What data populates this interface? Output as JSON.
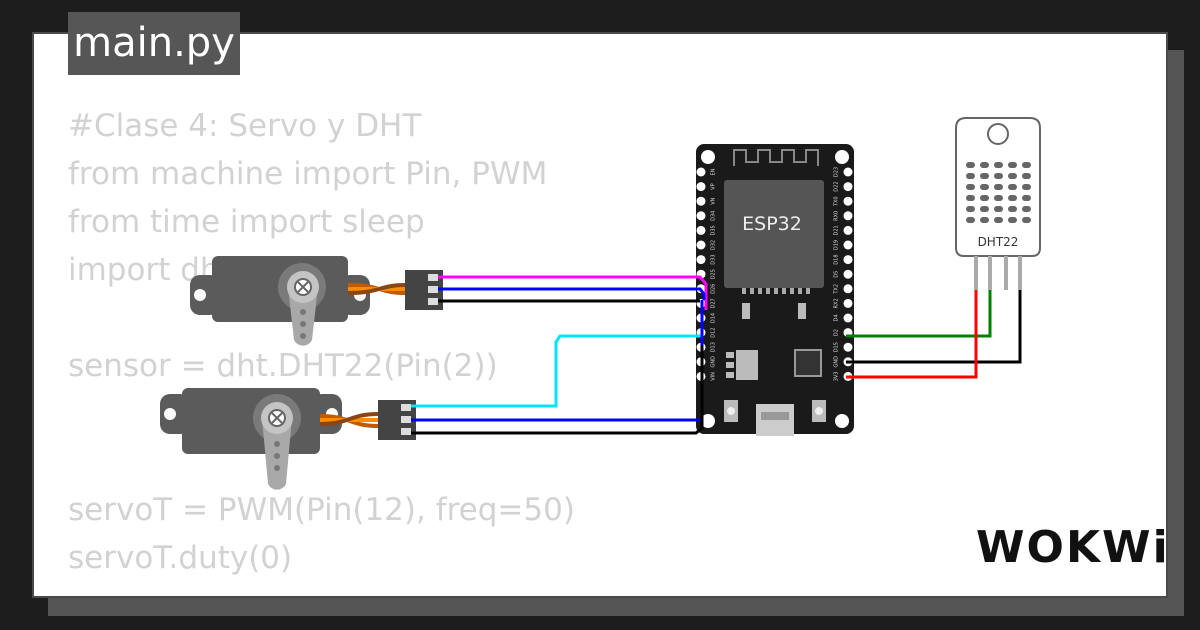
{
  "tab": {
    "label": "main.py"
  },
  "code_lines": [
    "#Clase 4: Servo y DHT",
    "from machine import Pin, PWM",
    "from time import sleep",
    "import dht",
    "",
    "sensor = dht.DHT22(Pin(2))",
    "",
    "",
    "servoT = PWM(Pin(12), freq=50)",
    "servoT.duty(0)"
  ],
  "esp32": {
    "label": "ESP32",
    "left_pins": [
      "EN",
      "VP",
      "VN",
      "D34",
      "D35",
      "D32",
      "D33",
      "D25",
      "D26",
      "D27",
      "D14",
      "D12",
      "D13",
      "GND",
      "VIN"
    ],
    "right_pins": [
      "D23",
      "D22",
      "TX0",
      "RX0",
      "D21",
      "D19",
      "D18",
      "D5",
      "TX2",
      "RX2",
      "D4",
      "D2",
      "D15",
      "GND",
      "3V3"
    ]
  },
  "dht22": {
    "label": "DHT22"
  },
  "brand": {
    "label": "WOKWi"
  },
  "colors": {
    "wire_magenta": "#ff00ff",
    "wire_blue": "#0000ff",
    "wire_black": "#000000",
    "wire_cyan": "#00e5ff",
    "wire_green": "#008000",
    "wire_red": "#ff0000",
    "board": "#1a1a1a",
    "servo_body": "#5b5b5b",
    "servo_horn": "#a8a8a8"
  }
}
